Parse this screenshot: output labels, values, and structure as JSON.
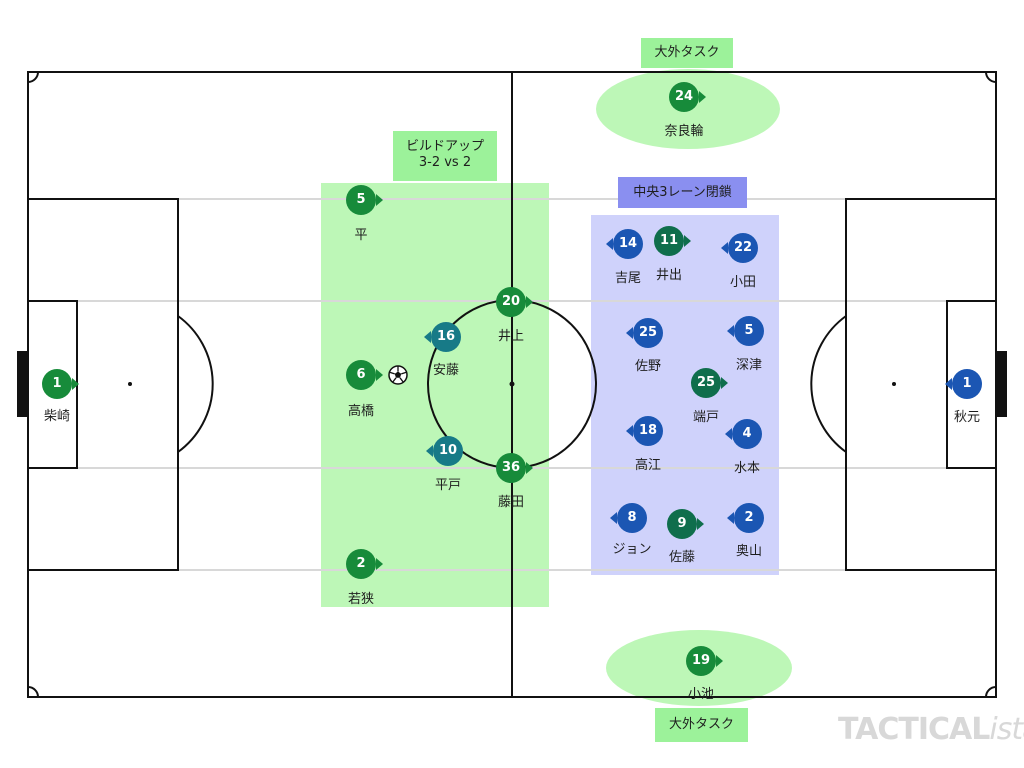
{
  "title": "",
  "colors": {
    "pitch_line": "#111111",
    "team_green": "#178b3a",
    "team_teal": "#177a87",
    "team_darkgreen": "#0f6e4c",
    "team_blue": "#1b56b3",
    "zone_green": "#bdf7b7",
    "zone_blue": "#cfd2fb",
    "tag_green": "#9cf29a",
    "tag_blue": "#8a8ff0"
  },
  "tags": {
    "top_wide": "大外タスク",
    "build_up": "ビルドアップ\n3-2 vs 2",
    "center_block": "中央3レーン閉鎖",
    "bottom_wide": "大外タスク"
  },
  "watermark": {
    "main": "TACTICAL",
    "suffix": "ista"
  },
  "players": [
    {
      "num": "1",
      "name": "柴崎",
      "team": "g1",
      "dir": "r"
    },
    {
      "num": "5",
      "name": "平",
      "team": "g1",
      "dir": "r"
    },
    {
      "num": "6",
      "name": "高橋",
      "team": "g1",
      "dir": "r"
    },
    {
      "num": "2",
      "name": "若狭",
      "team": "g1",
      "dir": "r"
    },
    {
      "num": "16",
      "name": "安藤",
      "team": "g2",
      "dir": "l"
    },
    {
      "num": "10",
      "name": "平戸",
      "team": "g2",
      "dir": "l"
    },
    {
      "num": "20",
      "name": "井上",
      "team": "g1",
      "dir": "r"
    },
    {
      "num": "36",
      "name": "藤田",
      "team": "g1",
      "dir": "r"
    },
    {
      "num": "24",
      "name": "奈良輪",
      "team": "g1",
      "dir": "r"
    },
    {
      "num": "19",
      "name": "小池",
      "team": "g1",
      "dir": "r"
    },
    {
      "num": "14",
      "name": "吉尾",
      "team": "b1",
      "dir": "l"
    },
    {
      "num": "11",
      "name": "井出",
      "team": "g3",
      "dir": "r"
    },
    {
      "num": "22",
      "name": "小田",
      "team": "b1",
      "dir": "l"
    },
    {
      "num": "25",
      "name": "佐野",
      "team": "b1",
      "dir": "l"
    },
    {
      "num": "5",
      "name": "深津",
      "team": "b1",
      "dir": "l"
    },
    {
      "num": "25",
      "name": "端戸",
      "team": "g3",
      "dir": "r"
    },
    {
      "num": "18",
      "name": "高江",
      "team": "b1",
      "dir": "l"
    },
    {
      "num": "4",
      "name": "水本",
      "team": "b1",
      "dir": "l"
    },
    {
      "num": "8",
      "name": "ジョン",
      "team": "b1",
      "dir": "l"
    },
    {
      "num": "9",
      "name": "佐藤",
      "team": "g3",
      "dir": "r"
    },
    {
      "num": "2",
      "name": "奥山",
      "team": "b1",
      "dir": "l"
    },
    {
      "num": "1",
      "name": "秋元",
      "team": "b1",
      "dir": "l"
    }
  ]
}
